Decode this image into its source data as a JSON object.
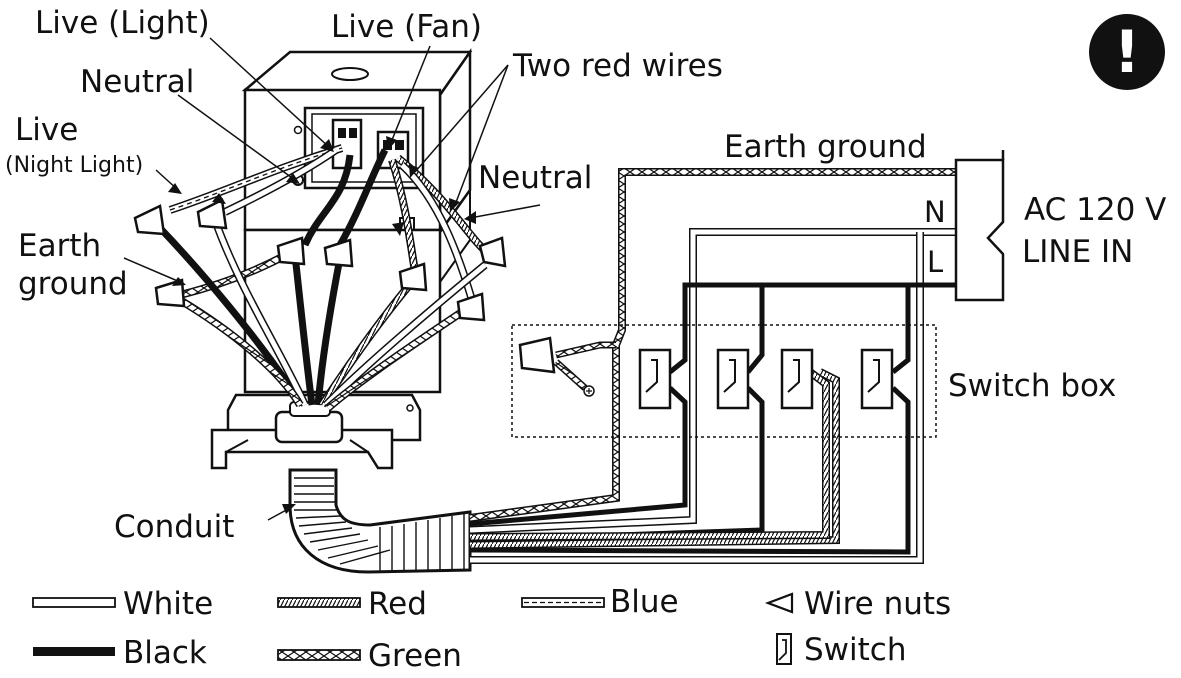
{
  "labels": {
    "live_light": "Live (Light)",
    "live_fan": "Live (Fan)",
    "two_red_wires": "Two red wires",
    "neutral_left": "Neutral",
    "neutral_right": "Neutral",
    "live_night_1": "Live",
    "live_night_2": "(Night Light)",
    "earth_left_1": "Earth",
    "earth_left_2": "ground",
    "earth_ground": "Earth ground",
    "n_terminal": "N",
    "l_terminal": "L",
    "ac_line_1": "AC 120 V",
    "ac_line_2": "LINE IN",
    "switch_box": "Switch box",
    "conduit": "Conduit",
    "warning_symbol": "!"
  },
  "legend": [
    {
      "key": "white",
      "label": "White"
    },
    {
      "key": "red",
      "label": "Red"
    },
    {
      "key": "blue",
      "label": "Blue"
    },
    {
      "key": "wire_nuts",
      "label": "Wire nuts"
    },
    {
      "key": "black",
      "label": "Black"
    },
    {
      "key": "green",
      "label": "Green"
    },
    {
      "key": "switch",
      "label": "Switch"
    }
  ],
  "colors": {
    "ink": "#111111",
    "background": "#ffffff",
    "fill_light": "#ffffff",
    "fill_mid": "#d9d9d9"
  }
}
